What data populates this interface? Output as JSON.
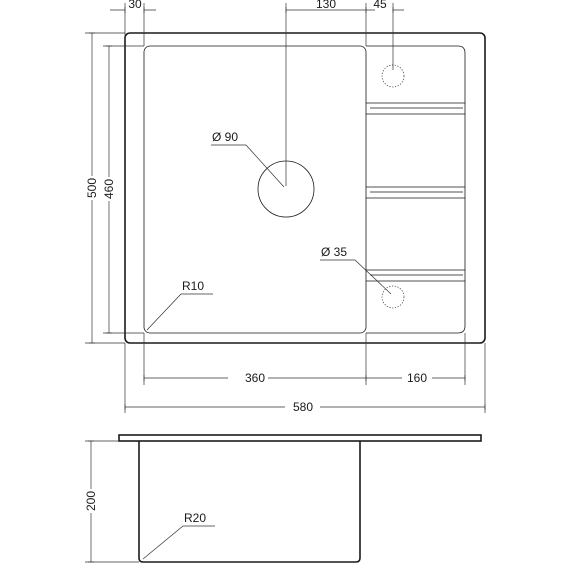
{
  "top_dimensions": {
    "edge_offset": "30",
    "drain_offset": "130",
    "tap_offset": "45"
  },
  "side_dimensions": {
    "outer_height": "500",
    "bowl_height": "460"
  },
  "bottom_dimensions": {
    "bowl_width": "360",
    "drainer_width": "160",
    "overall_width": "580"
  },
  "callouts": {
    "drain_diameter": "Ø 90",
    "tap_hole_diameter": "Ø 35",
    "bowl_corner_radius": "R10",
    "depth_corner_radius": "R20"
  },
  "section": {
    "depth": "200"
  }
}
